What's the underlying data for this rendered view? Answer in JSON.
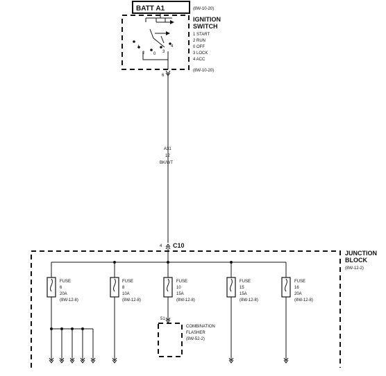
{
  "battery": {
    "label": "BATT A1",
    "ref": "(8W-10-20)"
  },
  "ignition_switch": {
    "title_line1": "IGNITION",
    "title_line2": "SWITCH",
    "positions": [
      "1 START",
      "2 RUN",
      "0 OFF",
      "3 LOCK",
      "4 ACC"
    ],
    "ref": "(8W-10-20)",
    "contact_numbers": [
      "1",
      "2",
      "0",
      "3",
      "4"
    ],
    "pin": "6"
  },
  "wire": {
    "circuit": "A31",
    "gauge": "12",
    "color": "BK/WT"
  },
  "connector": {
    "pin": "4",
    "name": "C10"
  },
  "junction_block": {
    "title_line1": "JUNCTION",
    "title_line2": "BLOCK",
    "ref": "(8W-12-2)"
  },
  "fuses": [
    {
      "label": "FUSE",
      "number": "6",
      "rating": "20A",
      "ref": "(8W-12-8)"
    },
    {
      "label": "FUSE",
      "number": "8",
      "rating": "10A",
      "ref": "(8W-12-8)"
    },
    {
      "label": "FUSE",
      "number": "10",
      "rating": "15A",
      "ref": "(8W-12-8)"
    },
    {
      "label": "FUSE",
      "number": "15",
      "rating": "15A",
      "ref": "(8W-12-8)"
    },
    {
      "label": "FUSE",
      "number": "16",
      "rating": "20A",
      "ref": "(8W-12-8)"
    }
  ],
  "flasher": {
    "pin": "51",
    "line1": "COMBINATION",
    "line2": "FLASHER",
    "ref": "(8W-52-2)"
  }
}
